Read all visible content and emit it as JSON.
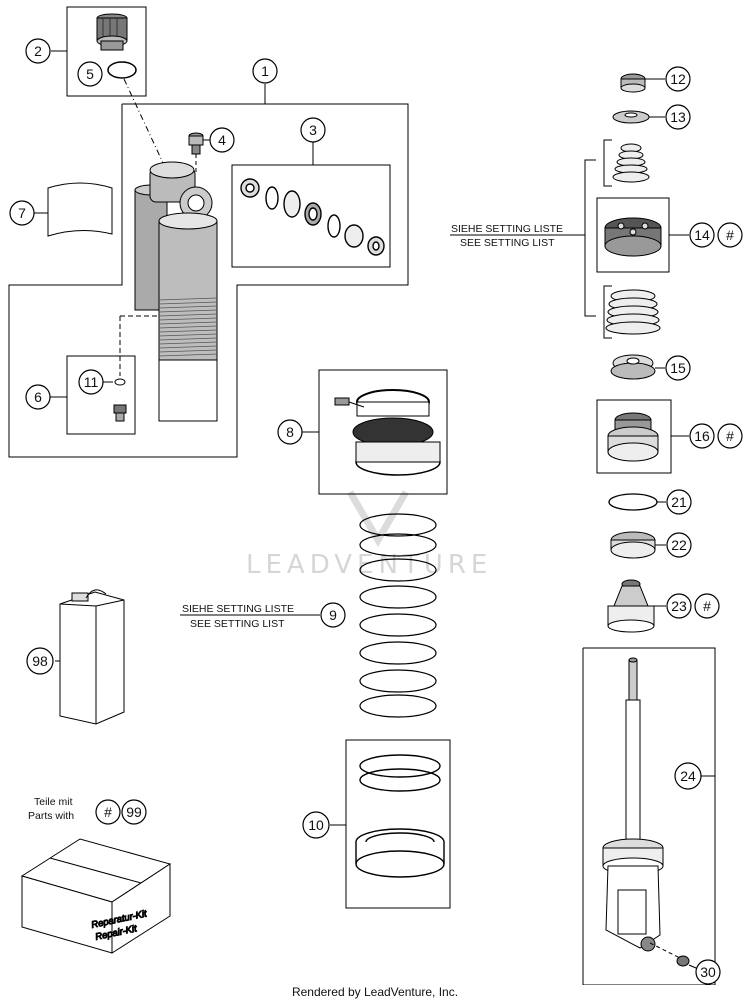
{
  "watermark": "LEADVENTURE",
  "footer": "Rendered by LeadVenture, Inc.",
  "notes": {
    "setting_de": "SIEHE SETTING LISTE",
    "setting_en": "SEE SETTING LIST",
    "parts_de": "Teile mit",
    "parts_en": "Parts with",
    "kit_de": "Reparatur-Kit",
    "kit_en": "Repair-Kit"
  },
  "callouts": {
    "c1": "1",
    "c2": "2",
    "c3": "3",
    "c4": "4",
    "c5": "5",
    "c6": "6",
    "c7": "7",
    "c8": "8",
    "c9": "9",
    "c10": "10",
    "c11": "11",
    "c12": "12",
    "c13": "13",
    "c14": "14",
    "c15": "15",
    "c16": "16",
    "c21": "21",
    "c22": "22",
    "c23": "23",
    "c24": "24",
    "c30": "30",
    "c98": "98",
    "c99": "99",
    "hash": "#"
  }
}
